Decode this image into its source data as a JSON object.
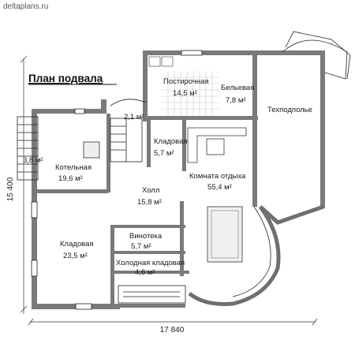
{
  "watermark": "deltaplans.ru",
  "title": "План подвала",
  "dimensions": {
    "width": "17 840",
    "height": "15 400"
  },
  "rooms": {
    "postirochnaya": {
      "name": "Постирочная",
      "area": "14,5 м²"
    },
    "belevaya": {
      "name": "Бельевая",
      "area": "7,8 м²"
    },
    "tekhpodpole": {
      "name": "Техподполье"
    },
    "stair_hall": {
      "area": "2,1 м²"
    },
    "kladovaya_small": {
      "name": "Кладовая",
      "area": "5,7 м²"
    },
    "stair_left": {
      "area": "3,8 м²"
    },
    "kotelnaya": {
      "name": "Котельная",
      "area": "19,6 м²"
    },
    "komnata_otdykha": {
      "name": "Комната отдыха",
      "area": "55,4 м²"
    },
    "kholl": {
      "name": "Холл",
      "area": "15,8 м²"
    },
    "kladovaya_big": {
      "name": "Кладовая",
      "area": "23,5 м²"
    },
    "vinoteka": {
      "name": "Винотека",
      "area": "5,7 м²"
    },
    "kholodnaya_kladovaya": {
      "name": "Холодная кладовая",
      "area": "4,6 м²"
    }
  }
}
